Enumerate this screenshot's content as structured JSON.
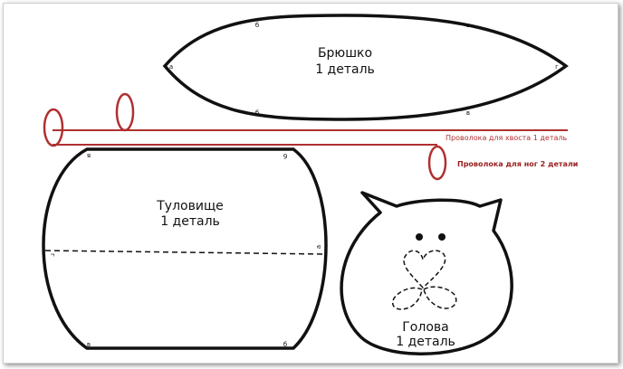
{
  "colors": {
    "outline": "#111111",
    "wire": "#b03030",
    "background": "#ffffff"
  },
  "belly": {
    "title": "Брюшко",
    "count": "1 деталь",
    "mark_a": "а",
    "mark_b_top": "б",
    "mark_v_top": "в",
    "mark_g": "г",
    "mark_b_bottom": "б",
    "mark_v_bottom": "в"
  },
  "wires": {
    "tail_label": "Проволока для хвоста 1 деталь",
    "legs_label": "Проволока для ног  2 детали"
  },
  "body": {
    "title": "Туловище",
    "count": "1 деталь",
    "mark_v_tl": "в",
    "mark_b_tr": "б",
    "mark_g_left": "г",
    "mark_a_right": "а",
    "mark_v_bl": "в",
    "mark_b_br": "б"
  },
  "head": {
    "title": "Голова",
    "count": "1 деталь"
  }
}
